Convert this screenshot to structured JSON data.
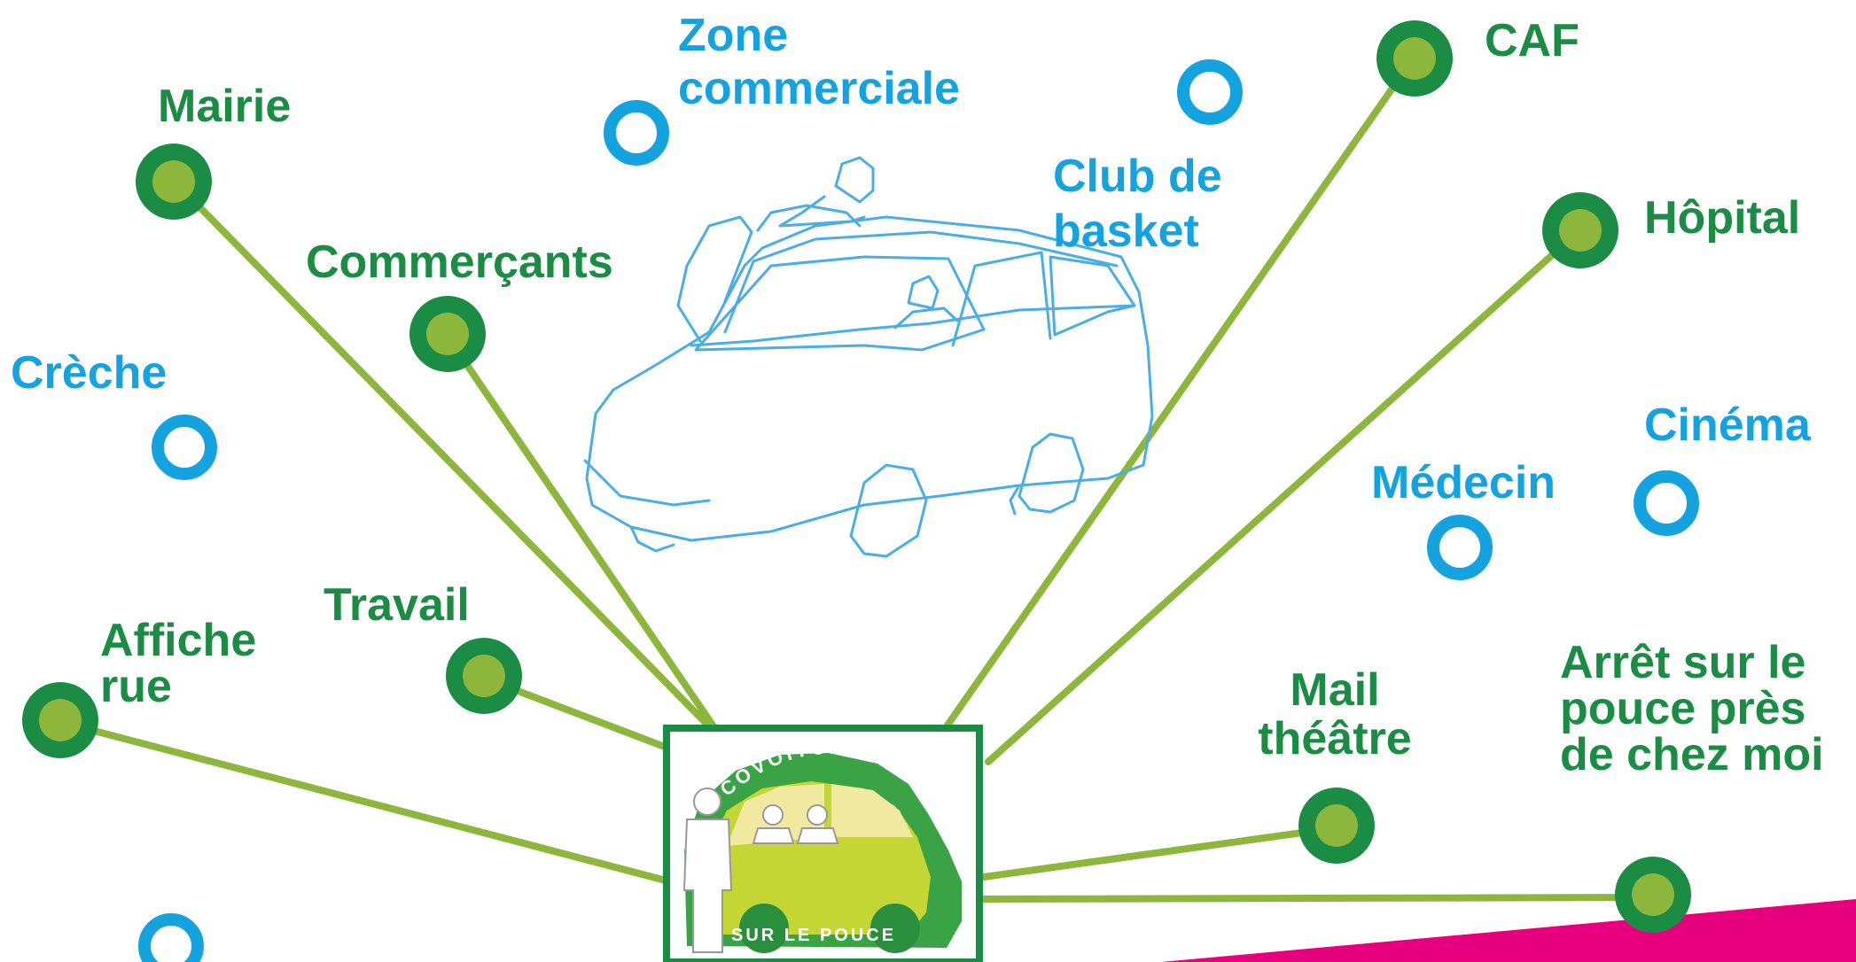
{
  "colors": {
    "green_dark": "#1b8c43",
    "green_light": "#8db63c",
    "blue": "#15a3e0",
    "magenta": "#e6007e",
    "sketch_blue": "#4aaee6",
    "logo_lime": "#c3d634",
    "logo_yellow": "#f2e9a0"
  },
  "connected_points": [
    {
      "id": "mairie",
      "label": "Mairie"
    },
    {
      "id": "commercants",
      "label": "Commerçants"
    },
    {
      "id": "caf",
      "label": "CAF"
    },
    {
      "id": "hopital",
      "label": "Hôpital"
    },
    {
      "id": "affiche",
      "label": "Affiche\nrue"
    },
    {
      "id": "travail",
      "label": "Travail"
    },
    {
      "id": "mail",
      "label": "Mail\nthéâtre"
    },
    {
      "id": "arret",
      "label": "Arrêt sur le\npouce près\nde chez moi"
    }
  ],
  "other_points": [
    {
      "id": "zone",
      "label": "Zone\ncommerciale"
    },
    {
      "id": "club",
      "label": "Club de\nbasket"
    },
    {
      "id": "creche",
      "label": "Crèche"
    },
    {
      "id": "cinema",
      "label": "Cinéma"
    },
    {
      "id": "medecin",
      "label": "Médecin"
    }
  ],
  "logo": {
    "top_text": "COVOITURONS",
    "bottom_text": "SUR LE POUCE"
  }
}
